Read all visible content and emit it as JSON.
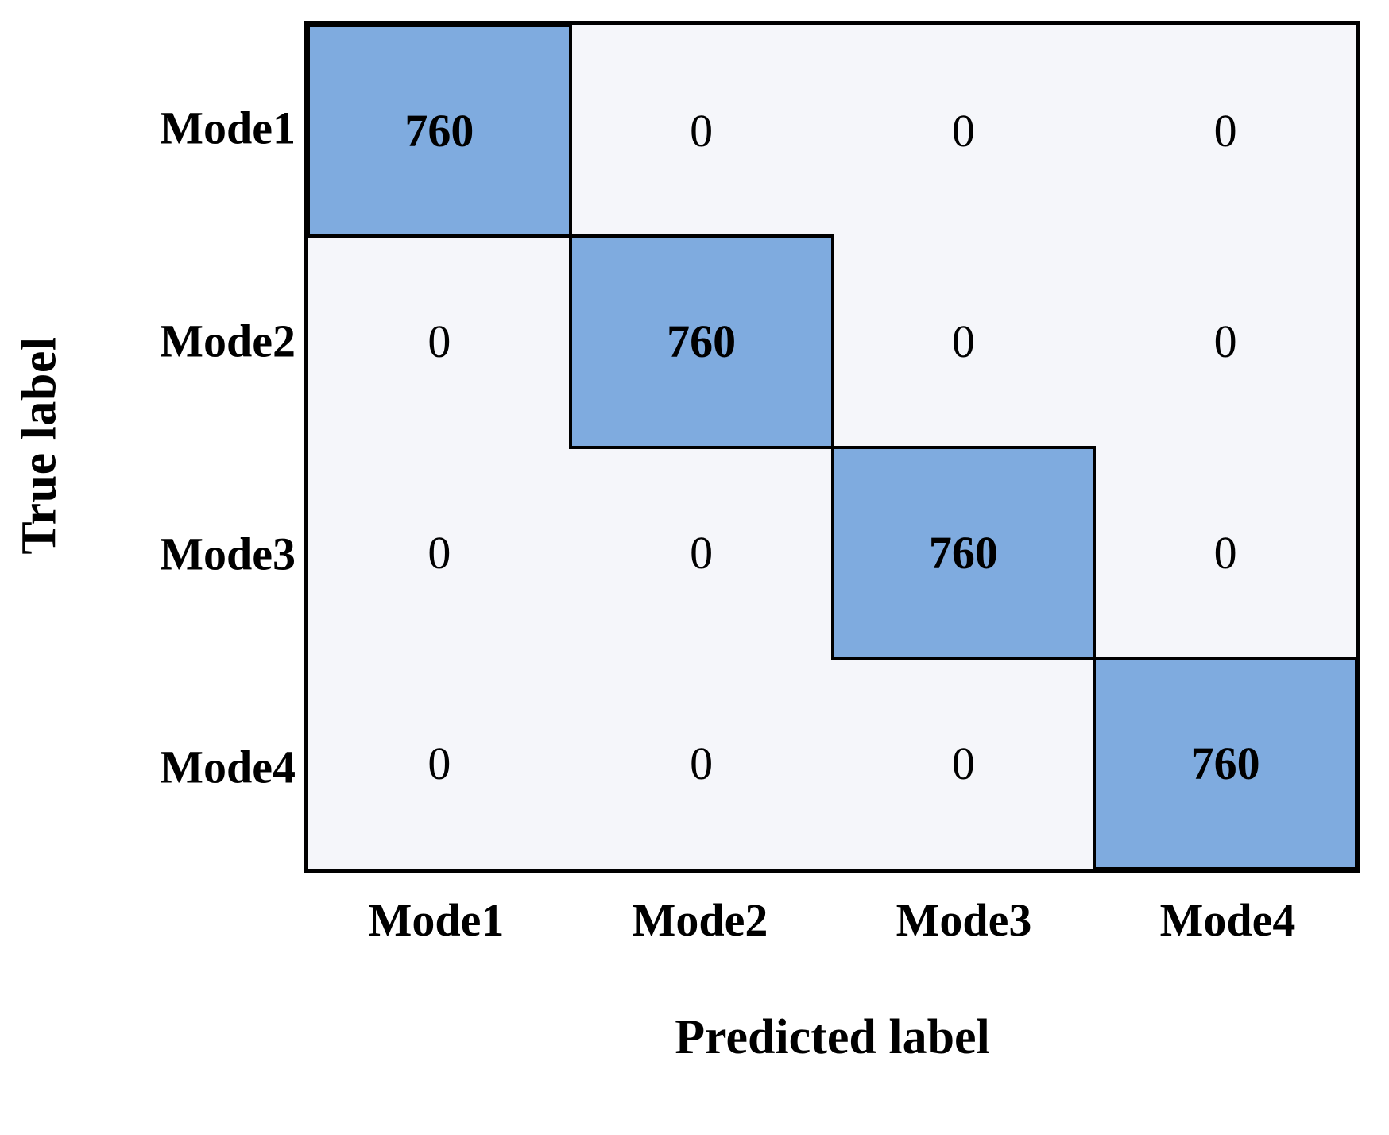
{
  "chart_data": {
    "type": "heatmap",
    "subtype": "confusion-matrix",
    "title": "",
    "xlabel": "Predicted label",
    "ylabel": "True label",
    "x_categories": [
      "Mode1",
      "Mode2",
      "Mode3",
      "Mode4"
    ],
    "y_categories": [
      "Mode1",
      "Mode2",
      "Mode3",
      "Mode4"
    ],
    "matrix": [
      [
        760,
        0,
        0,
        0
      ],
      [
        0,
        760,
        0,
        0
      ],
      [
        0,
        0,
        760,
        0
      ],
      [
        0,
        0,
        0,
        760
      ]
    ],
    "cell_text": [
      [
        "760",
        "0",
        "0",
        "0"
      ],
      [
        "0",
        "760",
        "0",
        "0"
      ],
      [
        "0",
        "0",
        "760",
        "0"
      ],
      [
        "0",
        "0",
        "0",
        "760"
      ]
    ],
    "grid": true,
    "legend": "none",
    "colors": {
      "high_value_cell": "#7FABDF",
      "zero_value_cell": "#F5F6FA",
      "border": "#000000",
      "text": "#000000",
      "background": "#FFFFFF"
    },
    "value_range": [
      0,
      760
    ],
    "annotations": []
  },
  "axes": {
    "y_title": "True label",
    "x_title": "Predicted label",
    "y_ticks": [
      "Mode1",
      "Mode2",
      "Mode3",
      "Mode4"
    ],
    "x_ticks": [
      "Mode1",
      "Mode2",
      "Mode3",
      "Mode4"
    ]
  },
  "cells": [
    {
      "row": 0,
      "col": 0,
      "text": "760",
      "diagonal": true
    },
    {
      "row": 0,
      "col": 1,
      "text": "0",
      "diagonal": false
    },
    {
      "row": 0,
      "col": 2,
      "text": "0",
      "diagonal": false
    },
    {
      "row": 0,
      "col": 3,
      "text": "0",
      "diagonal": false
    },
    {
      "row": 1,
      "col": 0,
      "text": "0",
      "diagonal": false
    },
    {
      "row": 1,
      "col": 1,
      "text": "760",
      "diagonal": true
    },
    {
      "row": 1,
      "col": 2,
      "text": "0",
      "diagonal": false
    },
    {
      "row": 1,
      "col": 3,
      "text": "0",
      "diagonal": false
    },
    {
      "row": 2,
      "col": 0,
      "text": "0",
      "diagonal": false
    },
    {
      "row": 2,
      "col": 1,
      "text": "0",
      "diagonal": false
    },
    {
      "row": 2,
      "col": 2,
      "text": "760",
      "diagonal": true
    },
    {
      "row": 2,
      "col": 3,
      "text": "0",
      "diagonal": false
    },
    {
      "row": 3,
      "col": 0,
      "text": "0",
      "diagonal": false
    },
    {
      "row": 3,
      "col": 1,
      "text": "0",
      "diagonal": false
    },
    {
      "row": 3,
      "col": 2,
      "text": "0",
      "diagonal": false
    },
    {
      "row": 3,
      "col": 3,
      "text": "760",
      "diagonal": true
    }
  ]
}
